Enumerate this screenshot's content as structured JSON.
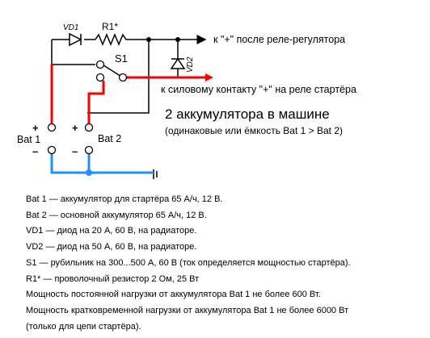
{
  "diagram": {
    "labels": {
      "vd1": "VD1",
      "r1": "R1*",
      "s1": "S1",
      "vd2": "VD2",
      "to_regulator": "к \"+\" после реле-регулятора",
      "to_starter": "к силовому контакту \"+\" на реле стартёра",
      "bat1": "Bat 1",
      "bat2": "Bat 2",
      "plus": "+",
      "minus": "–"
    },
    "title": "2 аккумулятора в машине",
    "subtitle": "(одинаковые или ёмкость Bat 1 > Bat 2)",
    "colors": {
      "positive_wire": "#ff0000",
      "negative_wire": "#1e90ff",
      "wire": "#000000"
    }
  },
  "notes": [
    "Bat 1 — аккумулятор для стартёра 65 А/ч, 12 В.",
    "Bat 2 — основной аккумулятор 65 А/ч, 12 В.",
    "VD1 — диод на 20 А, 60 В, на радиаторе.",
    "VD2 — диод на 50 А, 60 В, на радиаторе.",
    "S1 — рубильник на 300...500 А, 60 В (ток определяется мощностью стартёра).",
    "R1* — проволочный резистор 2 Ом, 25 Вт",
    "Мощность постоянной нагрузки от аккумулятора Bat 1 не более 600 Вт.",
    "Мощность кратковременной нагрузки от аккумулятора Bat 1 не более 6000 Вт",
    "(только для цепи стартёра)."
  ]
}
